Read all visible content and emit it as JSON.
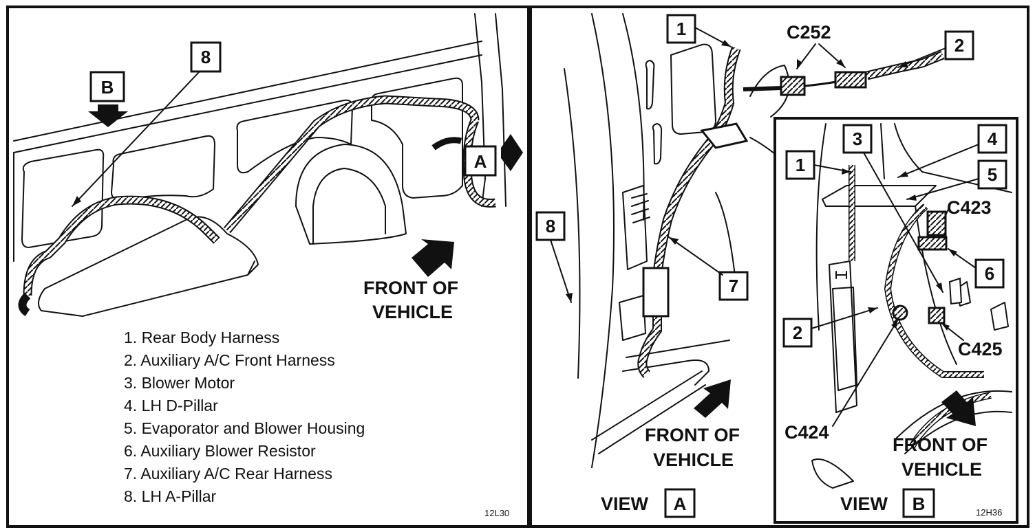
{
  "panels": {
    "overview": {
      "code": "12L30",
      "front_label_line1": "FRONT OF",
      "front_label_line2": "VEHICLE",
      "view_markers": {
        "a": "A",
        "b": "B"
      },
      "callout_8": "8",
      "legend": [
        "1. Rear Body Harness",
        "2. Auxiliary A/C Front Harness",
        "3. Blower Motor",
        "4. LH D-Pillar",
        "5. Evaporator and Blower Housing",
        "6. Auxiliary Blower Resistor",
        "7. Auxiliary A/C Rear Harness",
        "8. LH A-Pillar"
      ]
    },
    "view_a": {
      "view_word": "VIEW",
      "view_letter": "A",
      "front_label_line1": "FRONT OF",
      "front_label_line2": "VEHICLE",
      "connector": "C252",
      "callouts": {
        "c1": "1",
        "c2": "2",
        "c7": "7",
        "c8": "8"
      }
    },
    "view_b": {
      "view_word": "VIEW",
      "view_letter": "B",
      "code": "12H36",
      "front_label_line1": "FRONT OF",
      "front_label_line2": "VEHICLE",
      "connectors": {
        "c423": "C423",
        "c424": "C424",
        "c425": "C425"
      },
      "callouts": {
        "c1": "1",
        "c2": "2",
        "c3": "3",
        "c4": "4",
        "c5": "5",
        "c6": "6"
      }
    }
  }
}
